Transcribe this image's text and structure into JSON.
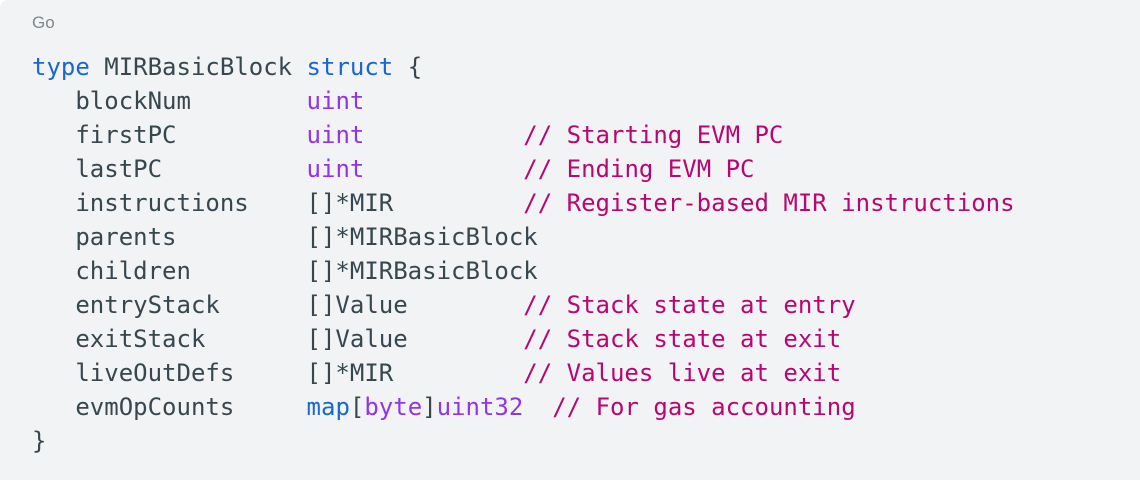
{
  "code_block": {
    "language_label": "Go",
    "palette": {
      "background": "#f1f3f4",
      "plain_text": "#37474f",
      "keyword": "#1967d2",
      "type": "#9334e6",
      "comment": "#b80672",
      "label": "#80868b"
    },
    "lines": [
      [
        {
          "t": "kw",
          "s": "type"
        },
        {
          "t": "pl",
          "s": " MIRBasicBlock "
        },
        {
          "t": "kw",
          "s": "struct"
        },
        {
          "t": "pl",
          "s": " {"
        }
      ],
      [
        {
          "t": "pl",
          "s": "   blockNum        "
        },
        {
          "t": "ty",
          "s": "uint"
        }
      ],
      [
        {
          "t": "pl",
          "s": "   firstPC         "
        },
        {
          "t": "ty",
          "s": "uint"
        },
        {
          "t": "pl",
          "s": "           "
        },
        {
          "t": "cm",
          "s": "// Starting EVM PC"
        }
      ],
      [
        {
          "t": "pl",
          "s": "   lastPC          "
        },
        {
          "t": "ty",
          "s": "uint"
        },
        {
          "t": "pl",
          "s": "           "
        },
        {
          "t": "cm",
          "s": "// Ending EVM PC"
        }
      ],
      [
        {
          "t": "pl",
          "s": "   instructions    []*MIR         "
        },
        {
          "t": "cm",
          "s": "// Register-based MIR instructions"
        }
      ],
      [
        {
          "t": "pl",
          "s": "   parents         []*MIRBasicBlock"
        }
      ],
      [
        {
          "t": "pl",
          "s": "   children        []*MIRBasicBlock"
        }
      ],
      [
        {
          "t": "pl",
          "s": "   entryStack      []Value        "
        },
        {
          "t": "cm",
          "s": "// Stack state at entry"
        }
      ],
      [
        {
          "t": "pl",
          "s": "   exitStack       []Value        "
        },
        {
          "t": "cm",
          "s": "// Stack state at exit"
        }
      ],
      [
        {
          "t": "pl",
          "s": "   liveOutDefs     []*MIR         "
        },
        {
          "t": "cm",
          "s": "// Values live at exit"
        }
      ],
      [
        {
          "t": "pl",
          "s": "   evmOpCounts     "
        },
        {
          "t": "kw",
          "s": "map"
        },
        {
          "t": "pl",
          "s": "["
        },
        {
          "t": "ty",
          "s": "byte"
        },
        {
          "t": "pl",
          "s": "]"
        },
        {
          "t": "ty",
          "s": "uint32"
        },
        {
          "t": "pl",
          "s": "  "
        },
        {
          "t": "cm",
          "s": "// For gas accounting"
        }
      ],
      [
        {
          "t": "pl",
          "s": "}"
        }
      ]
    ]
  }
}
